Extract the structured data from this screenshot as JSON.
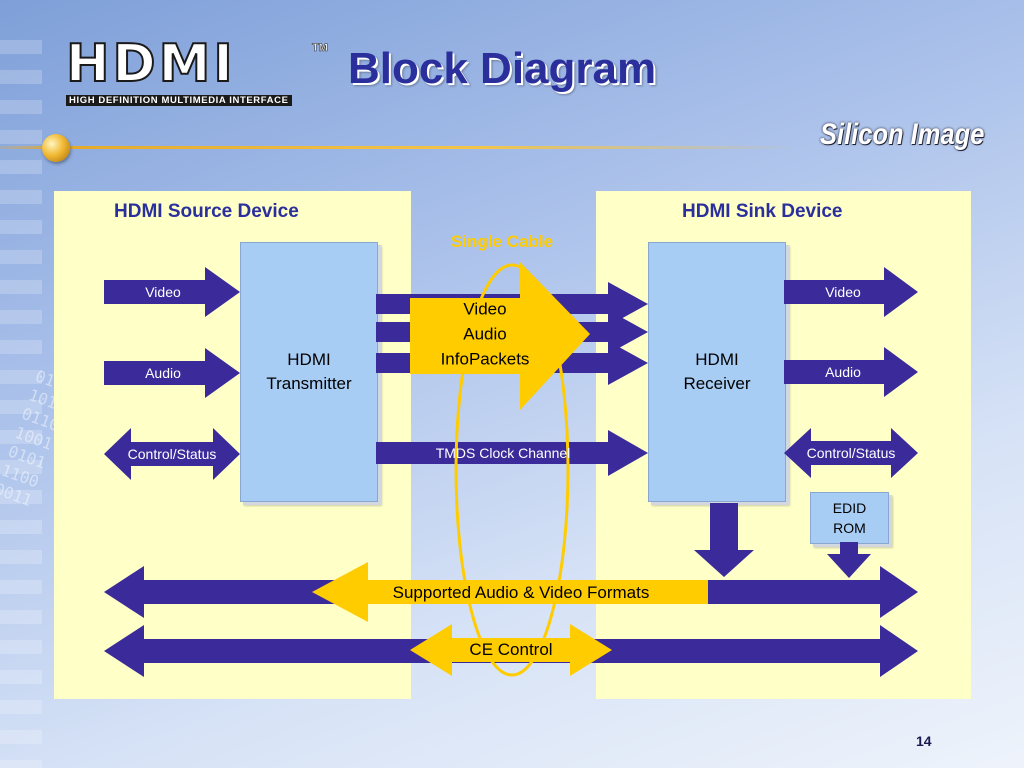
{
  "title": "Block Diagram",
  "logo": {
    "wordmark": "HDMI",
    "trademark": "TM",
    "tagline": "HIGH DEFINITION MULTIMEDIA INTERFACE"
  },
  "brand": "Silicon Image",
  "source": {
    "title": "HDMI Source Device",
    "chip": "HDMI\nTransmitter",
    "inputs": {
      "video": "Video",
      "audio": "Audio",
      "control": "Control/Status"
    }
  },
  "sink": {
    "title": "HDMI Sink Device",
    "chip": "HDMI\nReceiver",
    "outputs": {
      "video": "Video",
      "audio": "Audio",
      "control": "Control/Status"
    },
    "edid": "EDID\nROM"
  },
  "cable": {
    "label": "Single Cable",
    "payload": "Video\nAudio\nInfoPackets",
    "clock_channel": "TMDS Clock Channel",
    "formats": "Supported Audio & Video Formats",
    "ce_control": "CE Control"
  },
  "page_number": "14",
  "colors": {
    "arrow": "#3a2a9a",
    "highlight": "#ffcc00",
    "panel": "#ffffc8",
    "chip": "#a8cdf4",
    "title": "#2a2f9c"
  }
}
